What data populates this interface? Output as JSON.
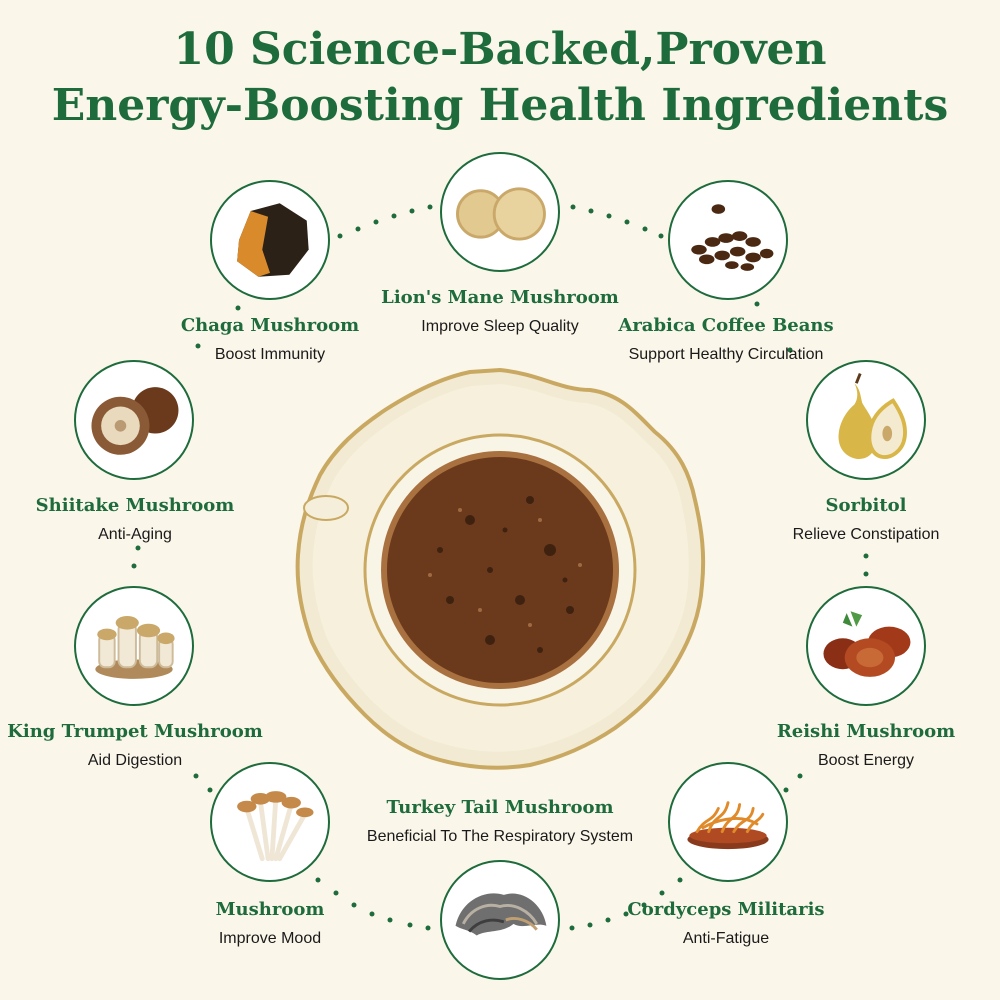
{
  "header": {
    "title_line1": "10 Science-Backed,Proven",
    "title_line2": "Energy-Boosting Health Ingredients"
  },
  "ingredients": [
    {
      "name": "Lion's Mane Mushroom",
      "benefit": "Improve Sleep Quality",
      "icon": "lions-mane-icon"
    },
    {
      "name": "Chaga Mushroom",
      "benefit": "Boost Immunity",
      "icon": "chaga-icon"
    },
    {
      "name": "Arabica Coffee Beans",
      "benefit": "Support Healthy Circulation",
      "icon": "coffee-beans-icon"
    },
    {
      "name": "Shiitake Mushroom",
      "benefit": "Anti-Aging",
      "icon": "shiitake-icon"
    },
    {
      "name": "Sorbitol",
      "benefit": "Relieve Constipation",
      "icon": "pear-icon"
    },
    {
      "name": "King Trumpet Mushroom",
      "benefit": "Aid Digestion",
      "icon": "king-trumpet-icon"
    },
    {
      "name": "Reishi Mushroom",
      "benefit": "Boost Energy",
      "icon": "reishi-icon"
    },
    {
      "name": "Turkey Tail Mushroom",
      "benefit": "Beneficial To The Respiratory System",
      "icon": "turkey-tail-icon"
    },
    {
      "name": "Mushroom",
      "benefit": "Improve Mood",
      "icon": "enoki-mushroom-icon"
    },
    {
      "name": "Cordyceps Militaris",
      "benefit": "Anti-Fatigue",
      "icon": "cordyceps-icon"
    }
  ],
  "colors": {
    "brand_green": "#1e6b3c",
    "background": "#fbf6ea",
    "coffee": "#6b3a1c"
  }
}
